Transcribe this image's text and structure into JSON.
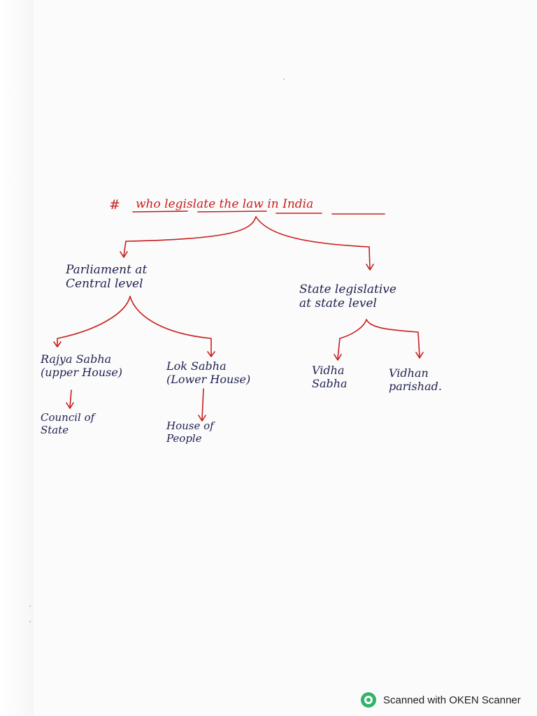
{
  "title": {
    "hash": "#",
    "text": "who legislate the law in India"
  },
  "nodes": {
    "parliament": "Parliament at\nCentral level",
    "state": "State legislative\nat state level",
    "rajya": "Rajya Sabha\n(upper House)",
    "lok": "Lok Sabha\n(Lower House)",
    "council": "Council of\nState",
    "house_people": "House of\nPeople",
    "vidhan_sabha": "Vidha\nSabha",
    "vidhan_parishad": "Vidhan\nparishad."
  },
  "colors": {
    "ink": "#1f2150",
    "arrow": "#c81e1e",
    "logo": "#35b26a"
  },
  "footer": {
    "logo_icon": "oken-scanner-logo-icon",
    "label": "Scanned with OKEN Scanner"
  }
}
